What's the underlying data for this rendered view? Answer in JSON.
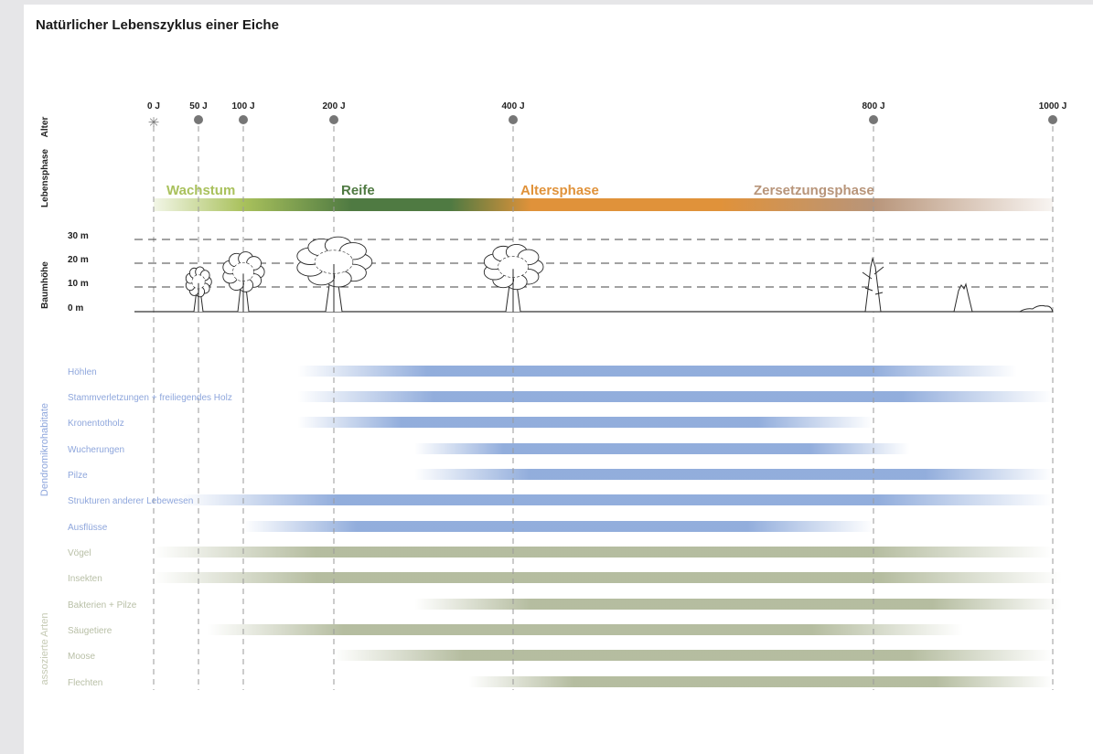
{
  "title": "Natürlicher Lebenszyklus einer Eiche",
  "axis_labels": {
    "alter": "Alter",
    "lebensphase": "Lebensphase",
    "baumhoehe": "Baumhöhe",
    "dendro": "Dendromikrohabitate",
    "arten": "assozierte Arten"
  },
  "colors": {
    "growth": "#a9c15c",
    "maturity": "#4f7a42",
    "old_age": "#e0923a",
    "decay": "#b8957a",
    "habitat": "#7f9fd6",
    "habitat_label": "#8ea6dc",
    "species": "#a8b18f",
    "species_label": "#b8bfa6"
  },
  "ages": [
    {
      "label": "0 J",
      "year": 0,
      "marker": "star-icon"
    },
    {
      "label": "50 J",
      "year": 50,
      "marker": "dot"
    },
    {
      "label": "100 J",
      "year": 100,
      "marker": "dot"
    },
    {
      "label": "200 J",
      "year": 200,
      "marker": "dot"
    },
    {
      "label": "400 J",
      "year": 400,
      "marker": "dot"
    },
    {
      "label": "800 J",
      "year": 800,
      "marker": "dot"
    },
    {
      "label": "1000 J",
      "year": 1000,
      "marker": "dot"
    }
  ],
  "phases": [
    {
      "label": "Wachstum",
      "color": "#a9c15c"
    },
    {
      "label": "Reife",
      "color": "#4f7a42"
    },
    {
      "label": "Altersphase",
      "color": "#e0923a"
    },
    {
      "label": "Zersetzungsphase",
      "color": "#b8957a"
    }
  ],
  "heights": [
    "30 m",
    "20 m",
    "10 m",
    "0 m"
  ],
  "trees": [
    {
      "year": 50,
      "shape": "young-tree-icon"
    },
    {
      "year": 100,
      "shape": "small-tree-icon"
    },
    {
      "year": 200,
      "shape": "mature-tree-icon"
    },
    {
      "year": 400,
      "shape": "old-tree-icon"
    },
    {
      "year": 800,
      "shape": "dead-tree-icon"
    },
    {
      "year": 900,
      "shape": "snag-icon"
    },
    {
      "year": 1000,
      "shape": "log-remains-icon"
    }
  ],
  "habitats": [
    {
      "label": "Höhlen",
      "from": 160,
      "to": 960
    },
    {
      "label": "Stammverletzungen + freiliegendes Holz",
      "from": 160,
      "to": 1000
    },
    {
      "label": "Kronentotholz",
      "from": 160,
      "to": 800
    },
    {
      "label": "Wucherungen",
      "from": 290,
      "to": 840
    },
    {
      "label": "Pilze",
      "from": 290,
      "to": 1000
    },
    {
      "label": "Strukturen anderer Lebewesen",
      "from": 30,
      "to": 1000
    },
    {
      "label": "Ausflüsse",
      "from": 100,
      "to": 800
    }
  ],
  "species": [
    {
      "label": "Vögel",
      "from": 0,
      "to": 1000
    },
    {
      "label": "Insekten",
      "from": 0,
      "to": 1010
    },
    {
      "label": "Bakterien + Pilze",
      "from": 290,
      "to": 1010
    },
    {
      "label": "Säugetiere",
      "from": 60,
      "to": 900
    },
    {
      "label": "Moose",
      "from": 200,
      "to": 1000
    },
    {
      "label": "Flechten",
      "from": 350,
      "to": 1000
    }
  ]
}
